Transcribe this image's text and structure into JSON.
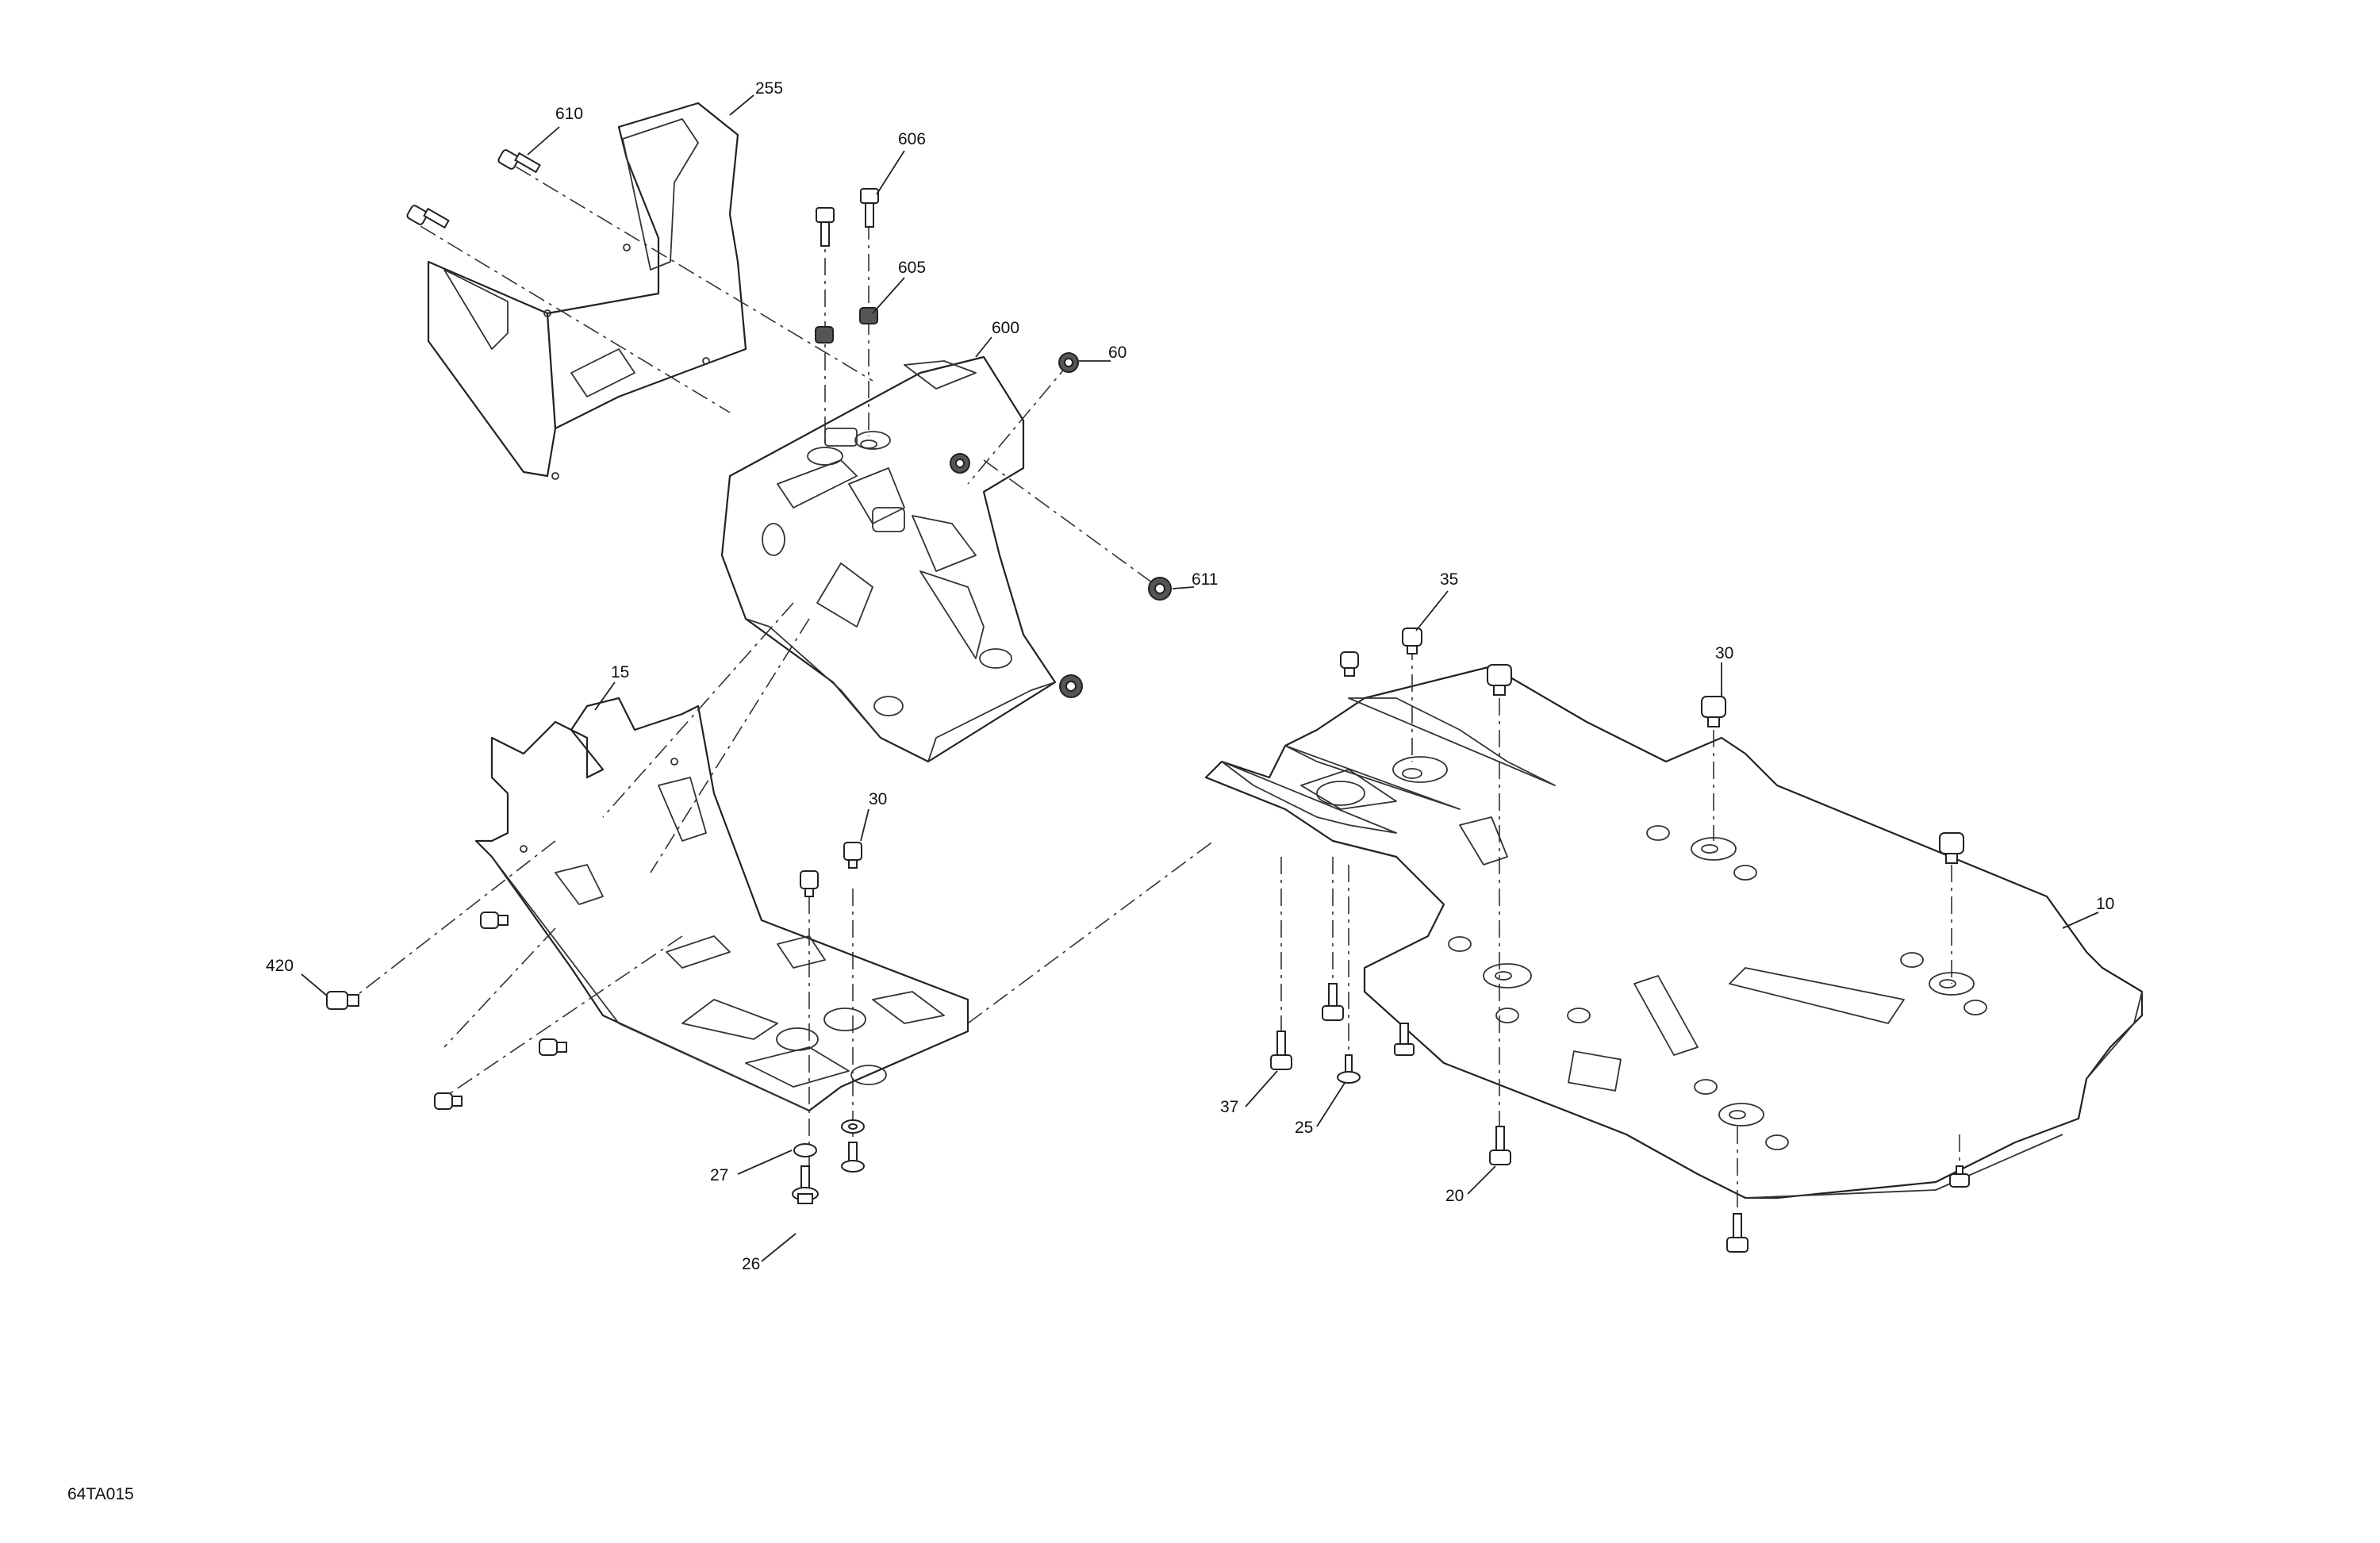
{
  "figure_code": "64TA015",
  "callouts": [
    {
      "id": "c610",
      "text": "610"
    },
    {
      "id": "c255",
      "text": "255"
    },
    {
      "id": "c606",
      "text": "606"
    },
    {
      "id": "c605",
      "text": "605"
    },
    {
      "id": "c600",
      "text": "600"
    },
    {
      "id": "c60",
      "text": "60"
    },
    {
      "id": "c611",
      "text": "611"
    },
    {
      "id": "c15",
      "text": "15"
    },
    {
      "id": "c30a",
      "text": "30"
    },
    {
      "id": "c420",
      "text": "420"
    },
    {
      "id": "c27",
      "text": "27"
    },
    {
      "id": "c26",
      "text": "26"
    },
    {
      "id": "c35",
      "text": "35"
    },
    {
      "id": "c30b",
      "text": "30"
    },
    {
      "id": "c10",
      "text": "10"
    },
    {
      "id": "c37",
      "text": "37"
    },
    {
      "id": "c25",
      "text": "25"
    },
    {
      "id": "c20",
      "text": "20"
    }
  ]
}
